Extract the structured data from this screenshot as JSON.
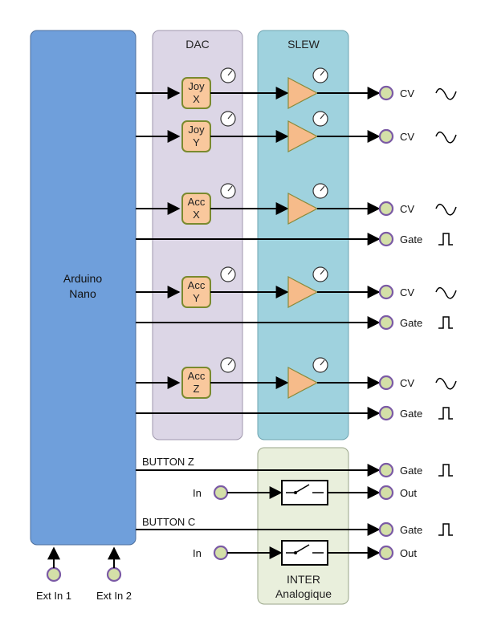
{
  "colors": {
    "mcu": "#6f9fdb",
    "dac_panel": "#dcd6e6",
    "slew_panel": "#9fd2de",
    "inter_panel": "#e9efdc",
    "dac_fill": "#f9c89d",
    "dac_border": "#7a8a2e",
    "amp_fill": "#f6bb8a",
    "jack_fill": "#d4e0a8",
    "jack_ring": "#7b5aa5",
    "wire": "#000000"
  },
  "mcu": {
    "label_line1": "Arduino",
    "label_line2": "Nano"
  },
  "panels": {
    "dac": "DAC",
    "slew": "SLEW",
    "inter_line1": "INTER",
    "inter_line2": "Analogique"
  },
  "dacs": [
    {
      "line1": "Joy",
      "line2": "X"
    },
    {
      "line1": "Joy",
      "line2": "Y"
    },
    {
      "line1": "Acc",
      "line2": "X"
    },
    {
      "line1": "Acc",
      "line2": "Y"
    },
    {
      "line1": "Acc",
      "line2": "Z"
    }
  ],
  "outputs": {
    "cv": "CV",
    "gate": "Gate",
    "out": "Out",
    "in": "In"
  },
  "buttons": {
    "z": "BUTTON Z",
    "c": "BUTTON C"
  },
  "ext_inputs": [
    "Ext In 1",
    "Ext In 2"
  ],
  "icons": {
    "sine": "sine-wave-icon",
    "pulse": "pulse-wave-icon",
    "knob": "trim-knob-icon",
    "switch": "analog-switch-icon",
    "amp": "amplifier-triangle-icon"
  }
}
